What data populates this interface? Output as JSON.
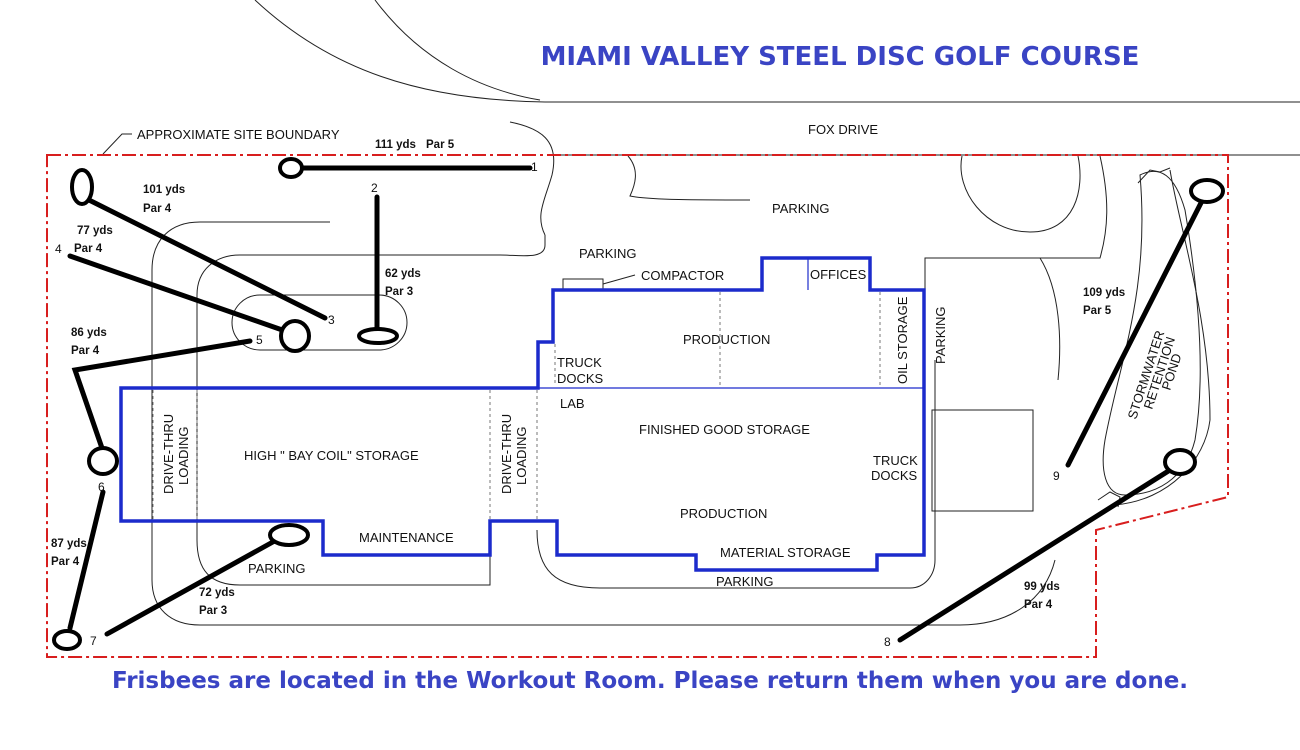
{
  "title": "MIAMI VALLEY STEEL DISC GOLF COURSE",
  "footer": "Frisbees are located in the Workout Room. Please return them when you are done.",
  "colors": {
    "building": "#1c2bcc",
    "boundary": "#d81e1e",
    "title": "#3a44c4",
    "fairway": "#000000"
  },
  "labels": {
    "site_boundary": "APPROXIMATE SITE BOUNDARY",
    "fox_drive": "FOX DRIVE",
    "parking_top": "PARKING",
    "parking_left": "PARKING",
    "compactor": "COMPACTOR",
    "offices": "OFFICES",
    "production_top": "PRODUCTION",
    "oil_storage": "OIL STORAGE",
    "parking_right": "PARKING",
    "truck_docks_left_1": "TRUCK",
    "truck_docks_left_2": "DOCKS",
    "lab": "LAB",
    "finished_good_storage": "FINISHED GOOD STORAGE",
    "truck_docks_right_1": "TRUCK",
    "truck_docks_right_2": "DOCKS",
    "production_bottom": "PRODUCTION",
    "material_storage": "MATERIAL STORAGE",
    "parking_bottom": "PARKING",
    "maintenance": "MAINTENANCE",
    "parking_bottom_left": "PARKING",
    "high_bay": "HIGH \" BAY COIL\" STORAGE",
    "drive_thru_left_1": "DRIVE-THRU",
    "drive_thru_left_2": "LOADING",
    "drive_thru_mid_1": "DRIVE-THRU",
    "drive_thru_mid_2": "LOADING",
    "pond_1": "STORMWATER",
    "pond_2": "RETENTION",
    "pond_3": "POND"
  },
  "holes": [
    {
      "number": "1",
      "yards": "111 yds",
      "par": "Par 5"
    },
    {
      "number": "2",
      "yards": "62 yds",
      "par": "Par 3"
    },
    {
      "number": "3",
      "yards": "101 yds",
      "par": "Par 4"
    },
    {
      "number": "4",
      "yards": "77 yds",
      "par": "Par 4"
    },
    {
      "number": "5",
      "yards": "86 yds",
      "par": "Par 4"
    },
    {
      "number": "6",
      "yards": "87 yds",
      "par": "Par 4"
    },
    {
      "number": "7",
      "yards": "72 yds",
      "par": "Par 3"
    },
    {
      "number": "8",
      "yards": "99 yds",
      "par": "Par 4"
    },
    {
      "number": "9",
      "yards": "109 yds",
      "par": "Par 5"
    }
  ]
}
